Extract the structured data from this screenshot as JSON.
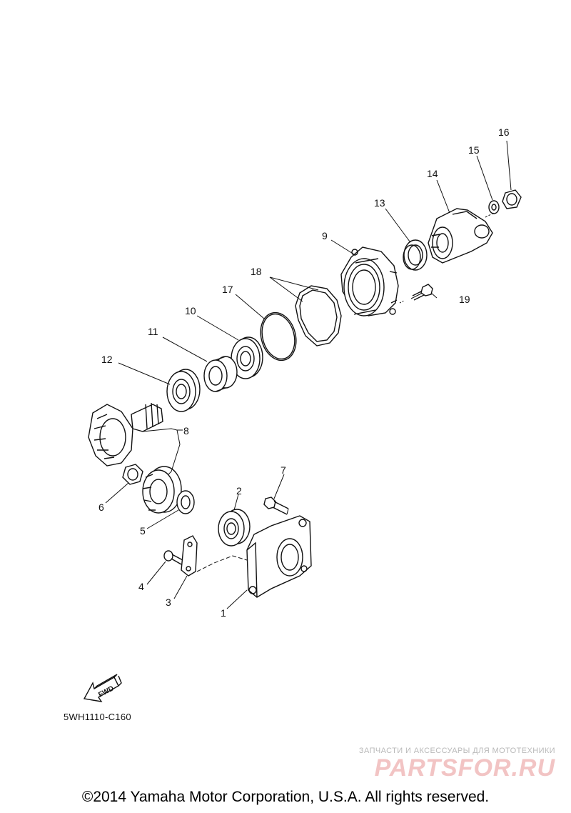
{
  "callouts": [
    "1",
    "2",
    "3",
    "4",
    "5",
    "6",
    "7",
    "8",
    "9",
    "10",
    "11",
    "12",
    "13",
    "14",
    "15",
    "16",
    "17",
    "18",
    "19"
  ],
  "fwd_label": "FWD",
  "diagram_code": "5WH1110-C160",
  "watermark": {
    "tagline": "ЗАПЧАСТИ И АКСЕССУАРЫ ДЛЯ МОТОТЕХНИКИ",
    "logo": "PARTSFOR.RU"
  },
  "copyright": "©2014 Yamaha Motor Corporation, U.S.A. All rights reserved."
}
